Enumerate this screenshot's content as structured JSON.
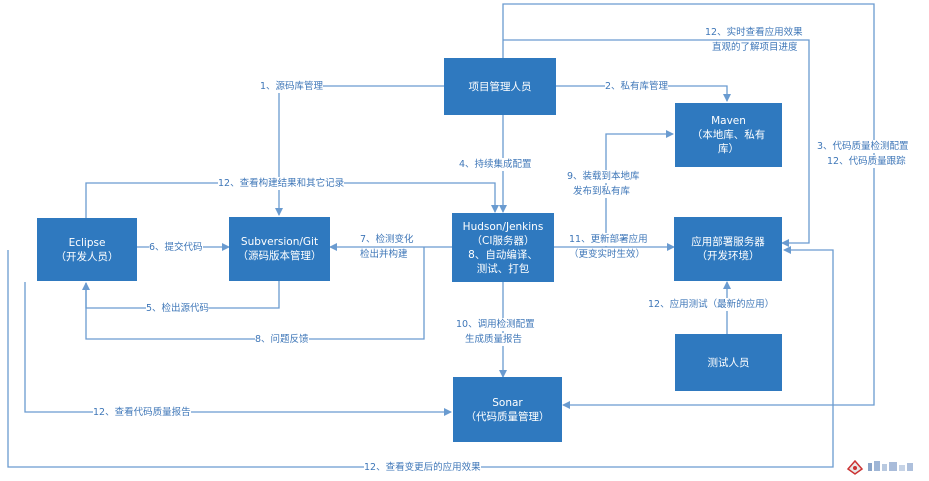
{
  "colors": {
    "box": "#2f79bf",
    "line": "#6a9bd0",
    "text": "#3f77b8"
  },
  "nodes": {
    "pm": {
      "line1": "项目管理人员",
      "line2": ""
    },
    "maven": {
      "line1": "Maven",
      "line2": "（本地库、私有",
      "line3": "库）"
    },
    "eclipse": {
      "line1": "Eclipse",
      "line2": "（开发人员）"
    },
    "svn": {
      "line1": "Subversion/Git",
      "line2": "（源码版本管理）"
    },
    "hudson": {
      "line1": "Hudson/Jenkins",
      "line2": "（CI服务器）"
    },
    "appserver": {
      "line1": "应用部署服务器",
      "line2": "（开发环境）"
    },
    "tester": {
      "line1": "测试人员"
    },
    "sonar": {
      "line1": "Sonar",
      "line2": "（代码质量管理）"
    }
  },
  "edges": {
    "e_src_mgmt": "1、源码库管理",
    "e_private_repo": "2、私有库管理",
    "e_quality_cfg_1": "3、代码质量检测配置",
    "e_quality_cfg_2": "12、代码质量跟踪",
    "e_ci_cfg": "4、持续集成配置",
    "e_checkout": "5、检出源代码",
    "e_commit": "6、提交代码",
    "e_detect_1": "7、检测变化",
    "e_detect_2": "检出并构建",
    "e_autobuild_1": "8、自动编译、",
    "e_autobuild_2": "测试、打包",
    "e_feedback": "8、问题反馈",
    "e_deploy_lib_1": "9、装载到本地库",
    "e_deploy_lib_2": "发布到私有库",
    "e_sonar_1": "10、调用检测配置",
    "e_sonar_2": "生成质量报告",
    "e_update_1": "11、更新部署应用",
    "e_update_2": "（更变实时生效）",
    "e_view_build": "12、查看构建结果和其它记录",
    "e_realtime_1": "12、实时查看应用效果",
    "e_realtime_2": "直观的了解项目进度",
    "e_apptest": "12、应用测试（最新的应用）",
    "e_view_report": "12、查看代码质量报告",
    "e_view_changes": "12、查看变更后的应用效果"
  }
}
